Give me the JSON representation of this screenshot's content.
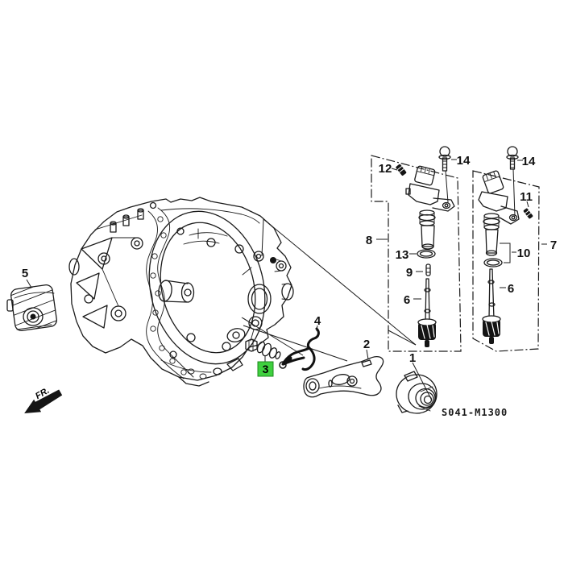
{
  "diagram": {
    "code": "S041-M1300",
    "front_label": "FR.",
    "highlight": {
      "part": "3",
      "background": "#3fd03f",
      "border": "#1d8a1d"
    },
    "callouts": [
      {
        "label": "1"
      },
      {
        "label": "2"
      },
      {
        "label": "3"
      },
      {
        "label": "4"
      },
      {
        "label": "5"
      },
      {
        "label": "6"
      },
      {
        "label": "6"
      },
      {
        "label": "7"
      },
      {
        "label": "8"
      },
      {
        "label": "9"
      },
      {
        "label": "10"
      },
      {
        "label": "11"
      },
      {
        "label": "12"
      },
      {
        "label": "13"
      },
      {
        "label": "14"
      },
      {
        "label": "14"
      }
    ]
  }
}
